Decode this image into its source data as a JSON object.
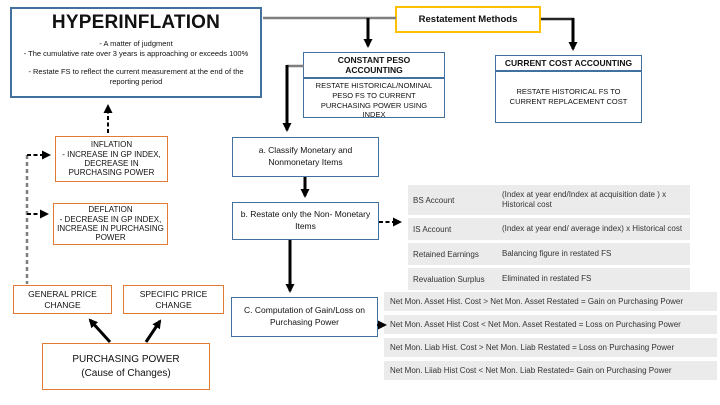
{
  "hyperinflation": {
    "title": "HYPERINFLATION",
    "points": [
      "- A matter of judgment",
      "- The cumulative rate over 3 years is approaching or exceeds 100%",
      "- Restate FS to reflect the current measurement at the end of the reporting period"
    ]
  },
  "restatement_methods": {
    "label": "Restatement Methods"
  },
  "constant_peso": {
    "title": "CONSTANT PESO ACCOUNTING",
    "body": "RESTATE HISTORICAL/NOMINAL PESO FS TO CURRENT PURCHASING POWER USING INDEX"
  },
  "current_cost": {
    "title": "CURRENT COST ACCOUNTING",
    "body": "RESTATE HISTORICAL FS TO CURRENT REPLACEMENT COST"
  },
  "steps": {
    "a": "a. Classify Monetary and Nonmonetary Items",
    "b": "b. Restate only the Non- Monetary Items",
    "c": "C. Computation of Gain/Loss on Purchasing Power"
  },
  "inflation": {
    "title": "INFLATION",
    "body": "- INCREASE IN GP INDEX, DECREASE IN PURCHASING POWER"
  },
  "deflation": {
    "title": "DEFLATION",
    "body": "- DECREASE IN GP INDEX, INCREASE IN PURCHASING POWER"
  },
  "general_price_change": "GENERAL PRICE CHANGE",
  "specific_price_change": "SPECIFIC PRICE CHANGE",
  "purchasing_power": {
    "line1": "PURCHASING POWER",
    "line2": "(Cause of Changes)"
  },
  "restatement_table": {
    "rows": [
      {
        "label": "BS Account",
        "value": "(Index at year end/Index at acquisition date ) x Historical cost"
      },
      {
        "label": "IS Account",
        "value": "(Index at year end/ average index) x Historical cost"
      },
      {
        "label": "Retained Earnings",
        "value": "Balancing figure in restated FS"
      },
      {
        "label": "Revaluation Surplus",
        "value": "Eliminated in restated FS"
      }
    ]
  },
  "gain_loss_rules": [
    "Net Mon. Asset Hist. Cost > Net Mon. Asset Restated = Gain on Purchasing Power",
    "Net Mon. Asset Hist Cost < Net Mon. Asset Restated = Loss on Purchasing Power",
    "Net Mon. Liab Hist. Cost > Net Mon. Liab Restated = Loss on Purchasing Power",
    "Net Mon. Liiab Hist Cost < Net Mon. Liab Restated= Gain on Purchasing Power"
  ],
  "colors": {
    "blue_border": "#41719C",
    "orange_border": "#E07C31",
    "gold_border": "#FFC000",
    "gray_line": "#7F7F7F",
    "row_background": "#EBEBEB",
    "arrow_black": "#000000"
  }
}
